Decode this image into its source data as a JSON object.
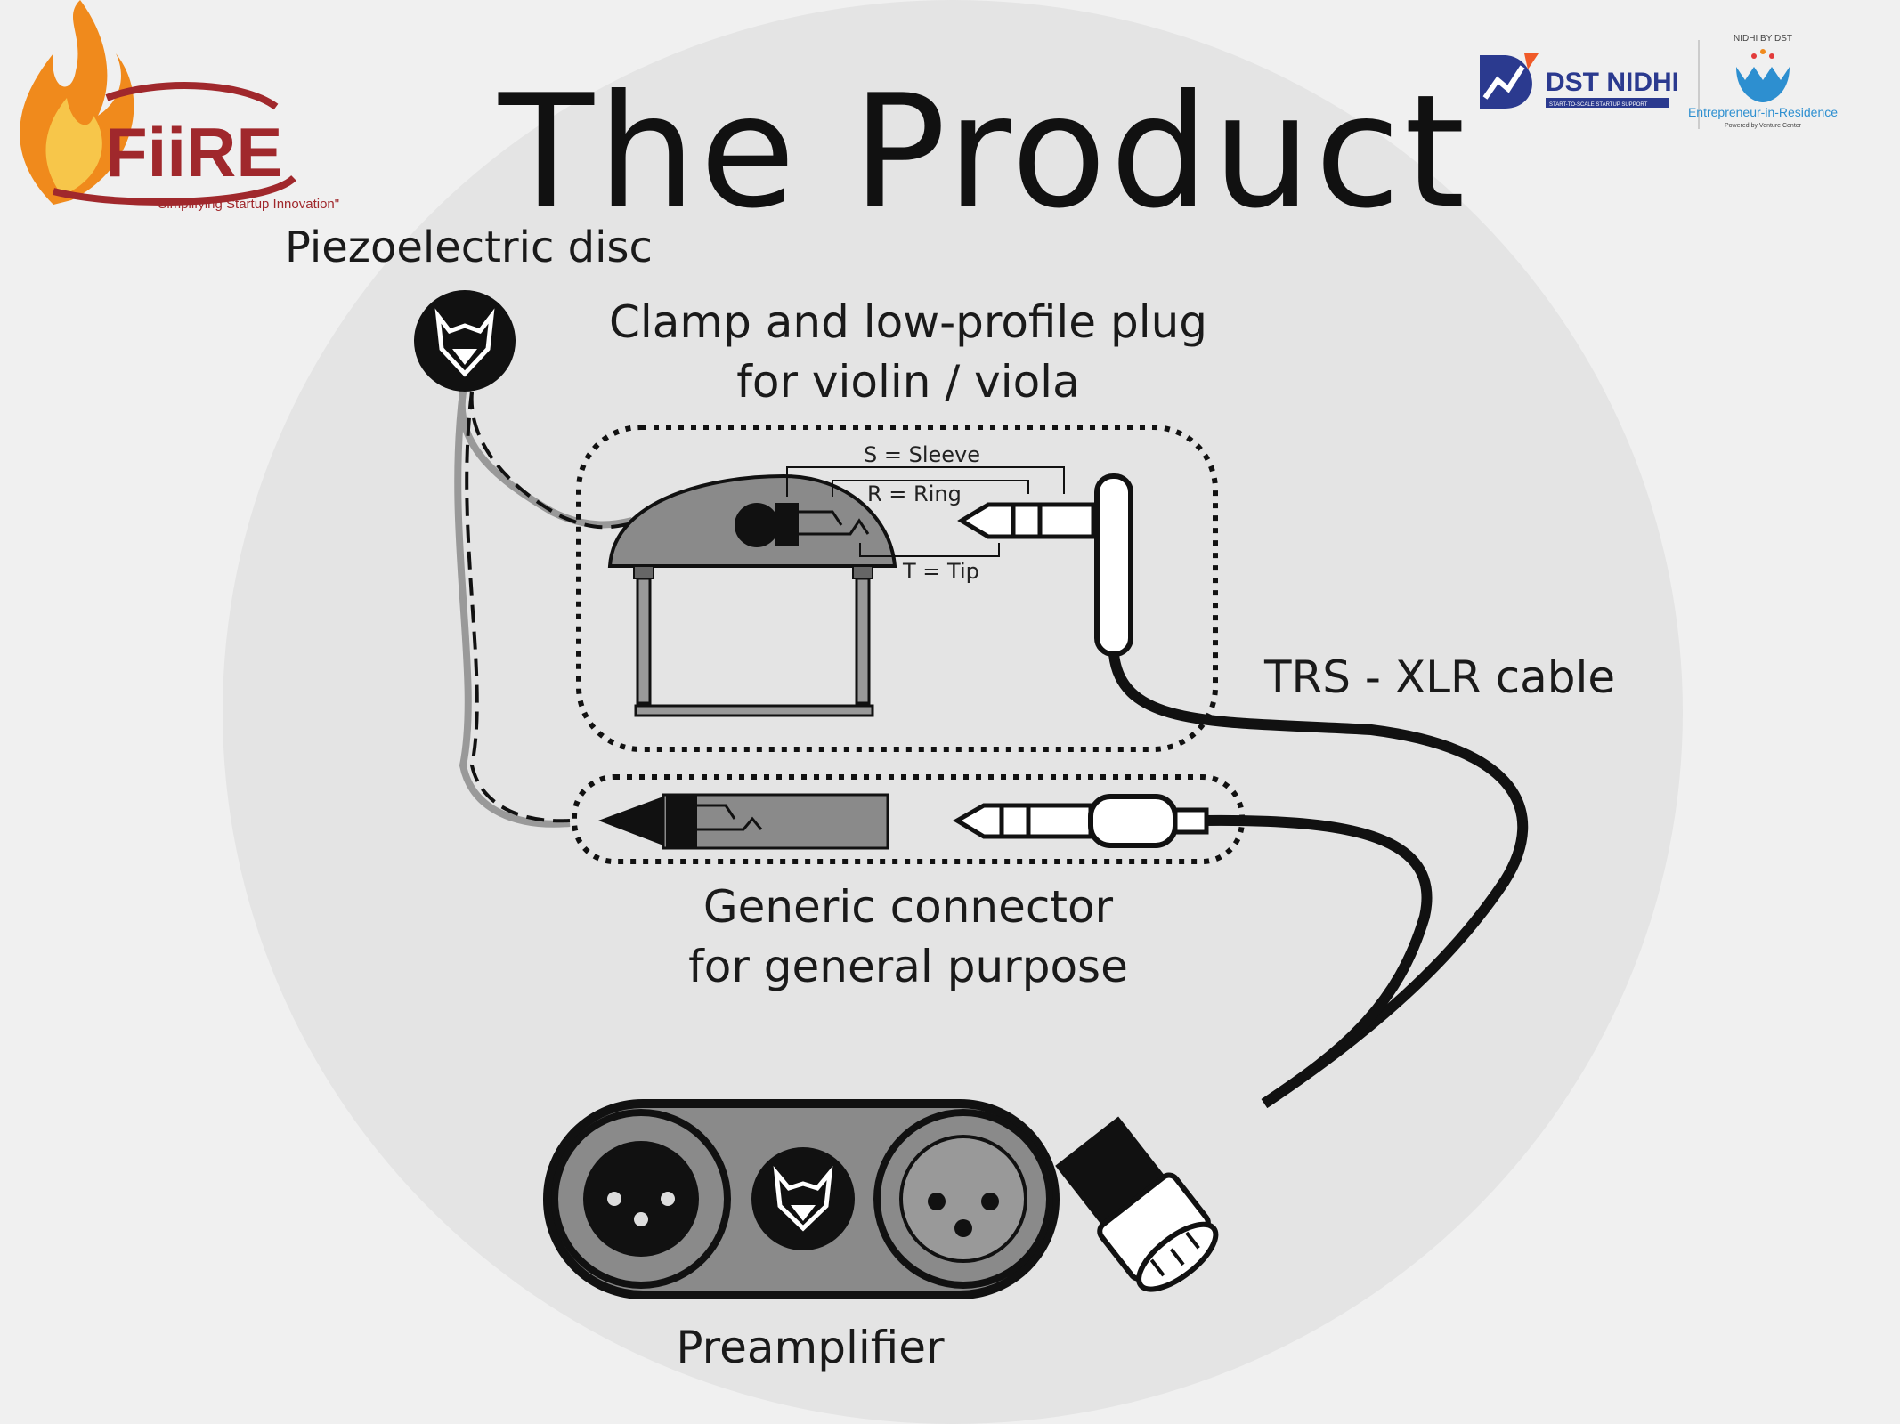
{
  "title": "The Product",
  "brand": {
    "name": "FiiRE",
    "tagline": "\"Simplifying Startup Innovation\""
  },
  "partners": {
    "dst": "DST NIDHI",
    "dst_sub": "START-TO-SCALE STARTUP SUPPORT",
    "eir_top": "NIDHI BY DST",
    "eir_name": "Entrepreneur-in-Residence",
    "eir_sub": "Powered by Venture Center"
  },
  "labels": {
    "piezo": "Piezoelectric disc",
    "clamp_line1": "Clamp and low-profile plug",
    "clamp_line2": "for violin / viola",
    "sleeve": "S = Sleeve",
    "ring": "R = Ring",
    "tip": "T = Tip",
    "cable": "TRS - XLR cable",
    "generic_line1": "Generic connector",
    "generic_line2": "for general purpose",
    "preamp": "Preamplifier"
  },
  "colors": {
    "brand_red": "#a0282c",
    "brand_orange": "#f08a1c",
    "dst_blue": "#2b3a8f",
    "dst_orange": "#f05a28",
    "eir_blue": "#2d8fd0"
  }
}
